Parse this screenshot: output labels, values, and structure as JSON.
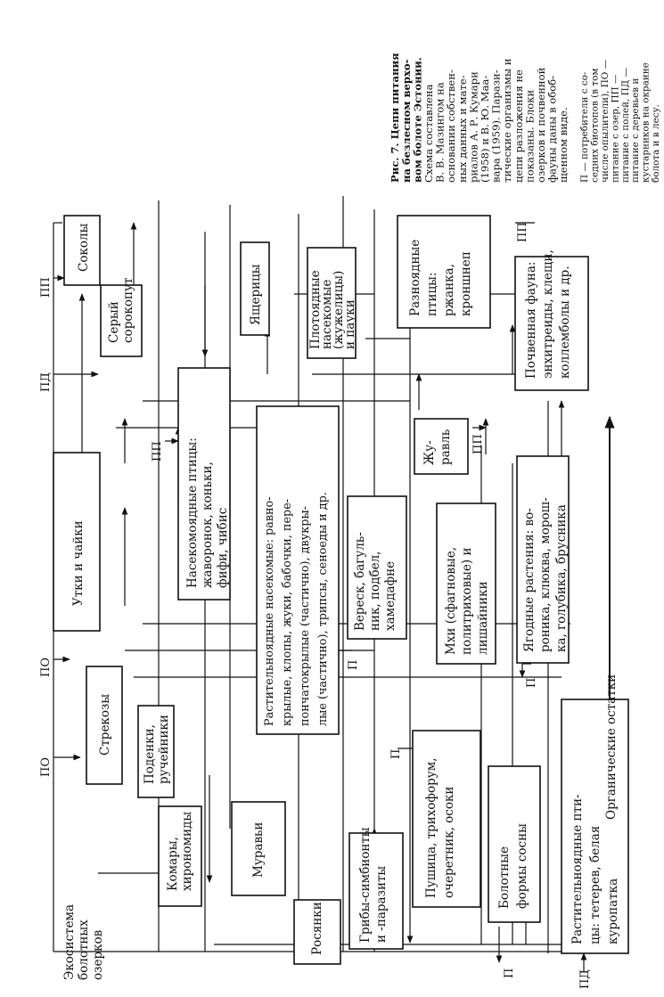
{
  "caption": {
    "title": "Рис. 7. Цепи питания на безлесном верховом болоте Эстонии.",
    "lines": [
      "Рис. 7. Цепи питания",
      "на безлесном верхо-",
      "вом болоте Эстонии.",
      "Схема составлена",
      "В. В. Мазингом на",
      "основании собствен-",
      "ных данных и мате-",
      "риалов А. Р. Кумари",
      "(1958) и В. Ю. Маа-",
      "вара (1959). Парази-",
      "тические организмы и",
      "цепи разложения не",
      "показаны. Блоки",
      "озерков и почвенной",
      "фауны даны в обоб-",
      "щенном виде."
    ],
    "legend_lines": [
      "П — потребители с со-",
      "седних биотопов (в том",
      "числе опылители), ПО —",
      "питание с озер, ПП —",
      "питание с полей, ПД —",
      "питание с деревьев и",
      "кустарников на окраине",
      "болота и в лесу."
    ]
  },
  "nodes": {
    "ecosystem": [
      "Экосистема",
      "болотных",
      "озерков"
    ],
    "komary": [
      "Комары,",
      "хирономиды"
    ],
    "murav": [
      "Муравьи"
    ],
    "rosyanki": [
      "Росянки"
    ],
    "griby": [
      "Грибы-симбионты",
      "и -паразиты"
    ],
    "pushitsa": [
      "Пушица, трихофорум,",
      "очеретник, осоки"
    ],
    "bolotnye_sosny": [
      "Болотные",
      "формы сосны"
    ],
    "rast_ptitsy": [
      "Растительноядные пти-",
      "цы: тетерев, белая",
      "куропатка"
    ],
    "strekozy": [
      "Стрекозы"
    ],
    "podenki": [
      "Поденки,",
      "ручейники"
    ],
    "rast_nasek": [
      "Растительноядные насекомые: равно-",
      "крылые, клопы, жуки, бабочки, пере-",
      "пончатокрылые (частично), двукры-",
      "лые (частично), трипсы, сеноеды и др."
    ],
    "veresk": [
      "Вереск, багуль-",
      "ник, подбел,",
      "хамедафне"
    ],
    "mkhi": [
      "Мхи (сфагновые,",
      "политриховые) и",
      "лишайники"
    ],
    "yagodnye": [
      "Ягодные растения: во-",
      "роника, клюква, морош-",
      "ка, голубика, брусника"
    ],
    "utki": [
      "Утки и чайки"
    ],
    "nasekomoyadnye": [
      "Насекомоядные птицы:",
      "жаворонок, коньки,",
      "фифи, чибис"
    ],
    "zhuravl": [
      "Жу-",
      "равль"
    ],
    "sokoly": [
      "Соколы"
    ],
    "sorokoput": [
      "Серый",
      "сорокопут"
    ],
    "yashcheritsy": [
      "Ящерицы"
    ],
    "plotoyadnye": [
      "Плотоядные",
      "насекомые",
      "(жужелицы)",
      "и пауки"
    ],
    "raznoyadnye": [
      "Разноядные",
      "птицы:",
      "ржанка,",
      "кроншнеп"
    ],
    "pochvennaya": [
      "Почвенная фауна:",
      "энхитреиды, клещи,",
      "коллемболы и др."
    ]
  },
  "labels": {
    "po1": "ПО",
    "po2": "ПО",
    "pd_top": "ПД",
    "pp_top": "ПП",
    "pp_mid": "ПП",
    "pp_zhur": "ПП",
    "pp_razn": "ПП",
    "pd_bottom": "ПД",
    "p_veresk": "П",
    "p_pushitsa": "П",
    "p_sosny": "П",
    "p_yagodnye": "П",
    "organic": "Органические остатки"
  }
}
